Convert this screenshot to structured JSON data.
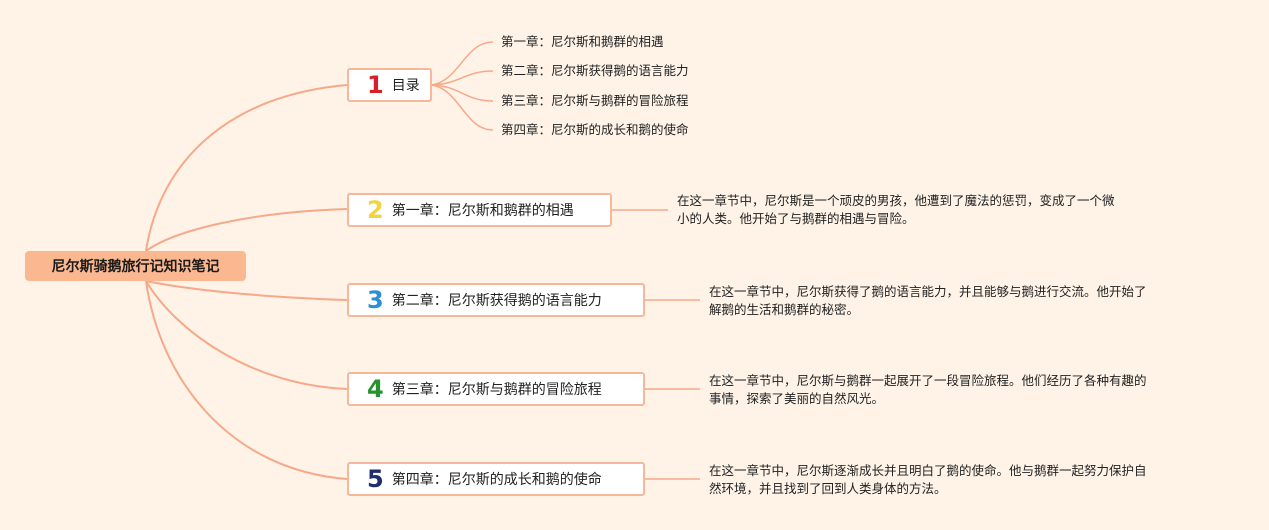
{
  "root": {
    "label": "尼尔斯骑鹅旅行记知识笔记"
  },
  "branches": [
    {
      "number": "1",
      "number_color": "#d81e2a",
      "label": "目录"
    },
    {
      "number": "2",
      "number_color": "#f2d43c",
      "label": "第一章：尼尔斯和鹅群的相遇"
    },
    {
      "number": "3",
      "number_color": "#2b8fd6",
      "label": "第二章：尼尔斯获得鹅的语言能力"
    },
    {
      "number": "4",
      "number_color": "#27922f",
      "label": "第三章：尼尔斯与鹅群的冒险旅程"
    },
    {
      "number": "5",
      "number_color": "#1e2f6e",
      "label": "第四章：尼尔斯的成长和鹅的使命"
    }
  ],
  "toc_items": [
    "第一章：尼尔斯和鹅群的相遇",
    "第二章：尼尔斯获得鹅的语言能力",
    "第三章：尼尔斯与鹅群的冒险旅程",
    "第四章：尼尔斯的成长和鹅的使命"
  ],
  "descriptions": [
    {
      "line1": "在这一章节中，尼尔斯是一个顽皮的男孩，他遭到了魔法的惩罚，变成了一个微",
      "line2": "小的人类。他开始了与鹅群的相遇与冒险。"
    },
    {
      "line1": "在这一章节中，尼尔斯获得了鹅的语言能力，并且能够与鹅进行交流。他开始了",
      "line2": "解鹅的生活和鹅群的秘密。"
    },
    {
      "line1": "在这一章节中，尼尔斯与鹅群一起展开了一段冒险旅程。他们经历了各种有趣的",
      "line2": "事情，探索了美丽的自然风光。"
    },
    {
      "line1": "在这一章节中，尼尔斯逐渐成长并且明白了鹅的使命。他与鹅群一起努力保护自",
      "line2": "然环境，并且找到了回到人类身体的方法。"
    }
  ],
  "colors": {
    "background": "#fff3e8",
    "root_fill": "#fbb890",
    "connector": "#f7a888",
    "node_border": "#f6b79a"
  }
}
